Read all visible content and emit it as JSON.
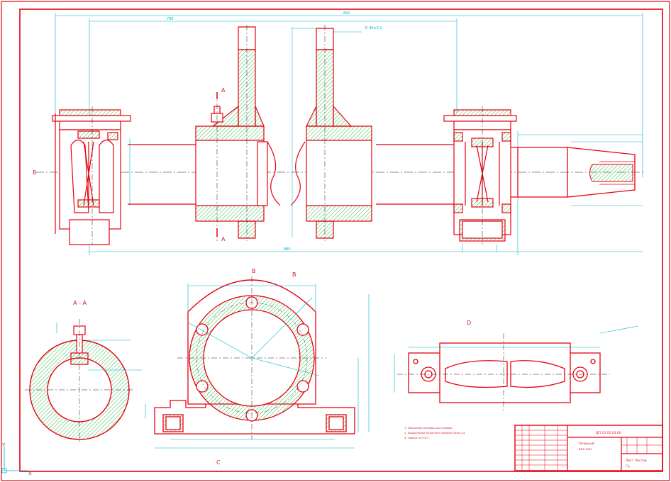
{
  "drawing": {
    "colors": {
      "outline": "#e8000e",
      "hatch": "#2fb84a",
      "dimension": "#00b4c8",
      "centerline": "#1a1a1a",
      "background": "#ffffff"
    },
    "section_labels": {
      "section_mark_a": "A",
      "section_a_a": "A - A",
      "view_b": "B",
      "view_b_side": "B",
      "view_c": "C",
      "view_d": "D"
    },
    "axis": {
      "y": "Y",
      "x": "X"
    }
  },
  "title_block": {
    "designation": "ДП 15.05.03.00",
    "title_line1": "Опорный",
    "title_line2": "вал оси",
    "sheet_info": "Лист  Листов",
    "org": "Гр."
  },
  "notes": {
    "line1": "1. Сборочные размеры для справок.",
    "line2": "2. Подшипники заполнить смазкой Литол-24",
    "line3": "3. Сварка по ГОСТ."
  }
}
